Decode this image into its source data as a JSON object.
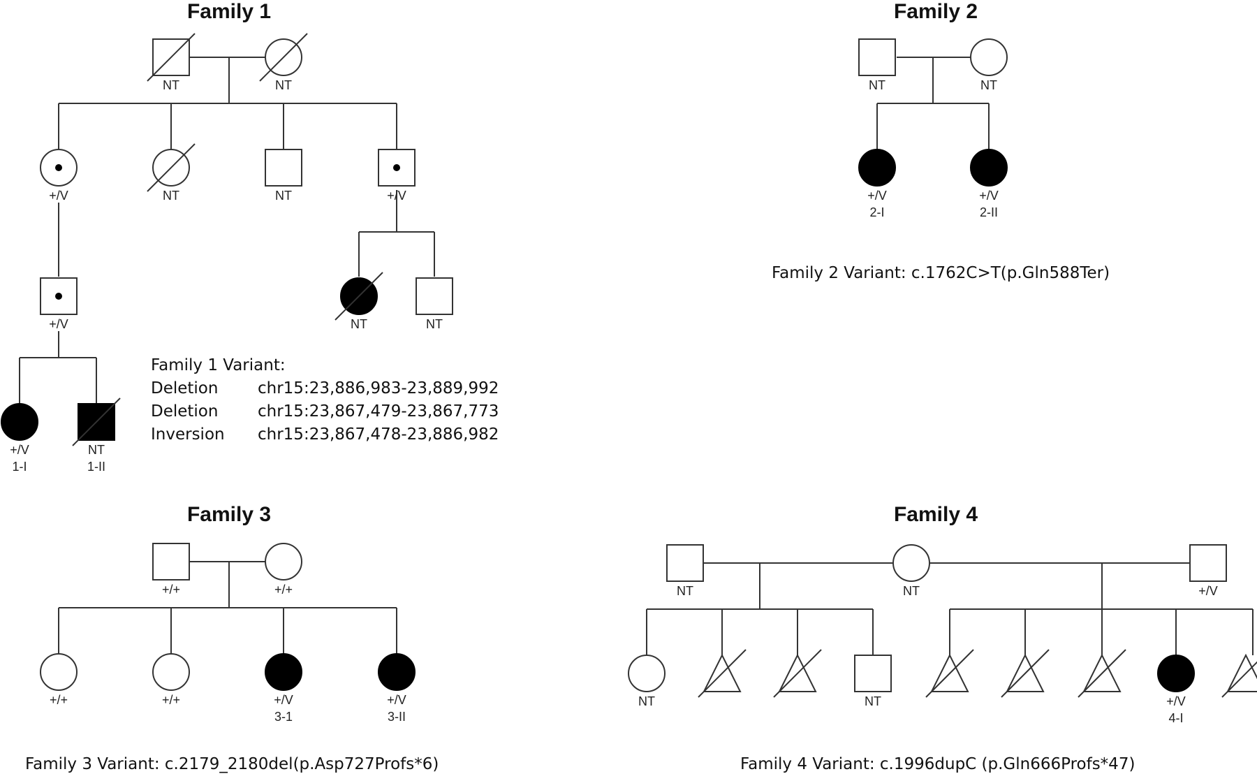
{
  "families": [
    {
      "id": "f1",
      "title": "Family 1"
    },
    {
      "id": "f2",
      "title": "Family 2"
    },
    {
      "id": "f3",
      "title": "Family 3"
    },
    {
      "id": "f4",
      "title": "Family 4"
    }
  ],
  "family1_variant": {
    "heading": "Family 1 Variant:",
    "rows": [
      {
        "type": "Deletion",
        "coords": "chr15:23,886,983-23,889,992"
      },
      {
        "type": "Deletion",
        "coords": "chr15:23,867,479-23,867,773"
      },
      {
        "type": "Inversion",
        "coords": "chr15:23,867,478-23,886,982"
      }
    ]
  },
  "family2_variant": "Family 2 Variant: c.1762C>T(p.Gln588Ter)",
  "family3_variant": "Family 3 Variant: c.2179_2180del(p.Asp727Profs*6)",
  "family4_variant": "Family 4 Variant: c.1996dupC (p.Gln666Profs*47)",
  "individuals": [
    {
      "id": "f1-gf",
      "family": "f1",
      "shape": "square",
      "status": "deceased",
      "labels": [
        "NT"
      ]
    },
    {
      "id": "f1-gm",
      "family": "f1",
      "shape": "circle",
      "status": "deceased",
      "labels": [
        "NT"
      ]
    },
    {
      "id": "f1-c1",
      "family": "f1",
      "shape": "circle",
      "status": "carrier",
      "labels": [
        "+/V"
      ]
    },
    {
      "id": "f1-c2",
      "family": "f1",
      "shape": "circle",
      "status": "deceased",
      "labels": [
        "NT"
      ]
    },
    {
      "id": "f1-c3",
      "family": "f1",
      "shape": "square",
      "status": "unaffected",
      "labels": [
        "NT"
      ]
    },
    {
      "id": "f1-c4",
      "family": "f1",
      "shape": "square",
      "status": "carrier",
      "labels": [
        "+/V"
      ]
    },
    {
      "id": "f1-g3a",
      "family": "f1",
      "shape": "square",
      "status": "carrier",
      "labels": [
        "+/V"
      ]
    },
    {
      "id": "f1-g3b",
      "family": "f1",
      "shape": "circle",
      "status": "affected-deceased",
      "labels": [
        "NT"
      ]
    },
    {
      "id": "f1-g3c",
      "family": "f1",
      "shape": "square",
      "status": "unaffected",
      "labels": [
        "NT"
      ]
    },
    {
      "id": "f1-1I",
      "family": "f1",
      "shape": "circle",
      "status": "affected",
      "labels": [
        "+/V",
        "1-I"
      ]
    },
    {
      "id": "f1-1II",
      "family": "f1",
      "shape": "square",
      "status": "affected-deceased",
      "labels": [
        "NT",
        "1-II"
      ]
    },
    {
      "id": "f2-f",
      "family": "f2",
      "shape": "square",
      "status": "unaffected",
      "labels": [
        "NT"
      ]
    },
    {
      "id": "f2-m",
      "family": "f2",
      "shape": "circle",
      "status": "unaffected",
      "labels": [
        "NT"
      ]
    },
    {
      "id": "f2-2I",
      "family": "f2",
      "shape": "circle",
      "status": "affected",
      "labels": [
        "+/V",
        "2-I"
      ]
    },
    {
      "id": "f2-2II",
      "family": "f2",
      "shape": "circle",
      "status": "affected",
      "labels": [
        "+/V",
        "2-II"
      ]
    },
    {
      "id": "f3-f",
      "family": "f3",
      "shape": "square",
      "status": "unaffected",
      "labels": [
        "+/+"
      ]
    },
    {
      "id": "f3-m",
      "family": "f3",
      "shape": "circle",
      "status": "unaffected",
      "labels": [
        "+/+"
      ]
    },
    {
      "id": "f3-c1",
      "family": "f3",
      "shape": "circle",
      "status": "unaffected",
      "labels": [
        "+/+"
      ]
    },
    {
      "id": "f3-c2",
      "family": "f3",
      "shape": "circle",
      "status": "unaffected",
      "labels": [
        "+/+"
      ]
    },
    {
      "id": "f3-3-1",
      "family": "f3",
      "shape": "circle",
      "status": "affected",
      "labels": [
        "+/V",
        "3-1"
      ]
    },
    {
      "id": "f3-3II",
      "family": "f3",
      "shape": "circle",
      "status": "affected",
      "labels": [
        "+/V",
        "3-II"
      ]
    },
    {
      "id": "f4-f1",
      "family": "f4",
      "shape": "square",
      "status": "unaffected",
      "labels": [
        "NT"
      ]
    },
    {
      "id": "f4-m",
      "family": "f4",
      "shape": "circle",
      "status": "unaffected",
      "labels": [
        "NT"
      ]
    },
    {
      "id": "f4-f2",
      "family": "f4",
      "shape": "square",
      "status": "unaffected",
      "labels": [
        "+/V"
      ]
    },
    {
      "id": "f4-a1",
      "family": "f4",
      "shape": "circle",
      "status": "unaffected",
      "labels": [
        "NT"
      ]
    },
    {
      "id": "f4-a2",
      "family": "f4",
      "shape": "triangle",
      "status": "deceased",
      "labels": []
    },
    {
      "id": "f4-a3",
      "family": "f4",
      "shape": "triangle",
      "status": "deceased",
      "labels": []
    },
    {
      "id": "f4-a4",
      "family": "f4",
      "shape": "square",
      "status": "unaffected",
      "labels": [
        "NT"
      ]
    },
    {
      "id": "f4-b1",
      "family": "f4",
      "shape": "triangle",
      "status": "deceased",
      "labels": []
    },
    {
      "id": "f4-b2",
      "family": "f4",
      "shape": "triangle",
      "status": "deceased",
      "labels": []
    },
    {
      "id": "f4-b3",
      "family": "f4",
      "shape": "triangle",
      "status": "deceased",
      "labels": []
    },
    {
      "id": "f4-4I",
      "family": "f4",
      "shape": "circle",
      "status": "affected",
      "labels": [
        "+/V",
        "4-I"
      ]
    },
    {
      "id": "f4-b5",
      "family": "f4",
      "shape": "triangle",
      "status": "deceased",
      "labels": []
    }
  ]
}
